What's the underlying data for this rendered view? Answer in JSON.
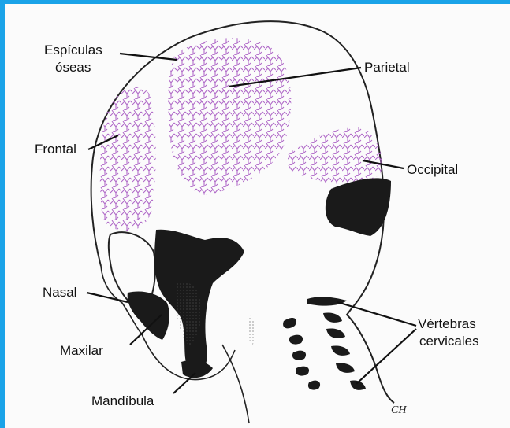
{
  "labels": {
    "espiculas_line1": "Espículas",
    "espiculas_line2": "óseas",
    "parietal": "Parietal",
    "frontal": "Frontal",
    "occipital": "Occipital",
    "nasal": "Nasal",
    "maxilar": "Maxilar",
    "mandibula": "Mandíbula",
    "vertebras_line1": "Vértebras",
    "vertebras_line2": "cervicales"
  },
  "signature": "CH",
  "colors": {
    "frame": "#1aa3e8",
    "bone_spicule": "#b06ac8",
    "ossified": "#1a1a1a",
    "outline": "#222222"
  }
}
